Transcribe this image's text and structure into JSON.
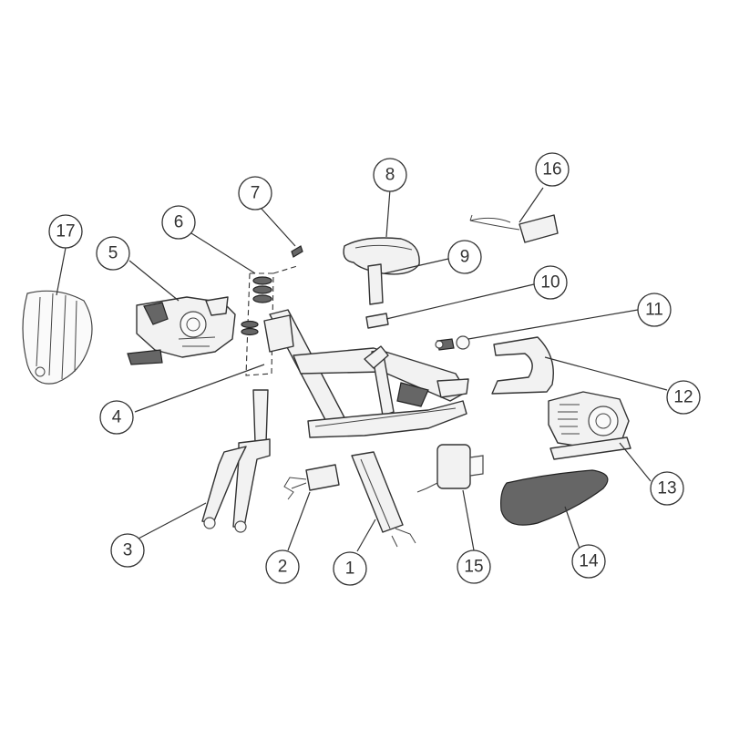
{
  "callouts": [
    {
      "id": "1",
      "label": "1"
    },
    {
      "id": "2",
      "label": "2"
    },
    {
      "id": "3",
      "label": "3"
    },
    {
      "id": "4",
      "label": "4"
    },
    {
      "id": "5",
      "label": "5"
    },
    {
      "id": "6",
      "label": "6"
    },
    {
      "id": "7",
      "label": "7"
    },
    {
      "id": "8",
      "label": "8"
    },
    {
      "id": "9",
      "label": "9"
    },
    {
      "id": "10",
      "label": "10"
    },
    {
      "id": "11",
      "label": "11"
    },
    {
      "id": "12",
      "label": "12"
    },
    {
      "id": "13",
      "label": "13"
    },
    {
      "id": "14",
      "label": "14"
    },
    {
      "id": "15",
      "label": "15"
    },
    {
      "id": "16",
      "label": "16"
    },
    {
      "id": "17",
      "label": "17"
    }
  ],
  "colors": {
    "line": "#333333",
    "fill": "#f2f2f2",
    "background": "#ffffff"
  }
}
